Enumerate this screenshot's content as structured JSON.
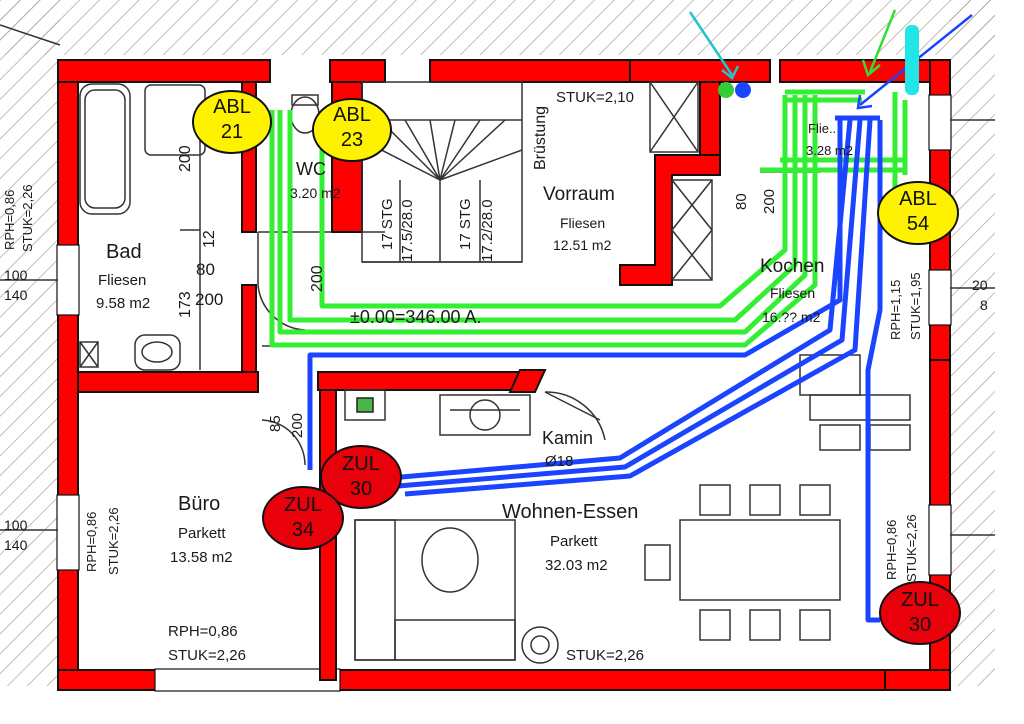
{
  "rooms": {
    "bad": {
      "name": "Bad",
      "floor": "Fliesen",
      "area": "9.58 m2"
    },
    "wc": {
      "name": "WC",
      "area": "3.20 m2"
    },
    "vorraum": {
      "name": "Vorraum",
      "floor": "Fliesen",
      "area": "12.51 m2"
    },
    "kochen": {
      "name": "Kochen",
      "floor": "Fliesen",
      "area": "16.?? m2"
    },
    "buero": {
      "name": "Büro",
      "floor": "Parkett",
      "area": "13.58 m2"
    },
    "wohnen": {
      "name": "Wohnen-Essen",
      "floor": "Parkett",
      "area": "32.03 m2"
    },
    "kamin": {
      "name": "Kamin",
      "sub": "Ø18"
    },
    "flur": {
      "name": "Flie..",
      "area": "3.28 m2"
    }
  },
  "annotations": {
    "stuk_210": "STUK=2,10",
    "bruestung": "Brüstung",
    "stg1": "17 STG",
    "stg1b": "17.5/28.0",
    "stg2": "17 STG",
    "stg2b": "17.2/28.0",
    "level": "±0.00=346.00 A.",
    "rph_left": "RPH=0,86",
    "stuk_left": "STUK=2,26",
    "rph_buero": "RPH=0,86",
    "stuk_buero_v": "STUK=2,26",
    "rph_bottom": "RPH=0,86",
    "stuk_bottom": "STUK=2,26",
    "stuk_wohnen": "STUK=2,26",
    "rph_right": "RPH=1,15",
    "stuk_right": "STUK=1,95",
    "rph_right2": "RPH=0,86",
    "stuk_right2": "STUK=2,26",
    "dim_200a": "200",
    "dim_200b": "200",
    "dim_12": "12",
    "dim_80": "80",
    "dim_173": "173",
    "dim_200c": "200",
    "dim_200d": "200",
    "dim_85": "85",
    "dim_80b": "80",
    "dim_200e": "200",
    "dim_100a": "100",
    "dim_140a": "140",
    "dim_100b": "100",
    "dim_140b": "140",
    "dim_20": "20",
    "dim_8": "8"
  },
  "bubbles": [
    {
      "type": "ABL",
      "number": "21",
      "color": "#fff200"
    },
    {
      "type": "ABL",
      "number": "23",
      "color": "#fff200"
    },
    {
      "type": "ABL",
      "number": "54",
      "color": "#fff200"
    },
    {
      "type": "ZUL",
      "number": "30",
      "color": "#e8000b"
    },
    {
      "type": "ZUL",
      "number": "34",
      "color": "#e8000b"
    },
    {
      "type": "ZUL",
      "number": "30",
      "color": "#e8000b"
    }
  ],
  "colors": {
    "wall": "#ff0000",
    "exhaust_duct": "#33ee33",
    "supply_duct": "#1a44ff",
    "hatch": "#9a8a80",
    "outlet_cyan": "#22e6e6"
  }
}
